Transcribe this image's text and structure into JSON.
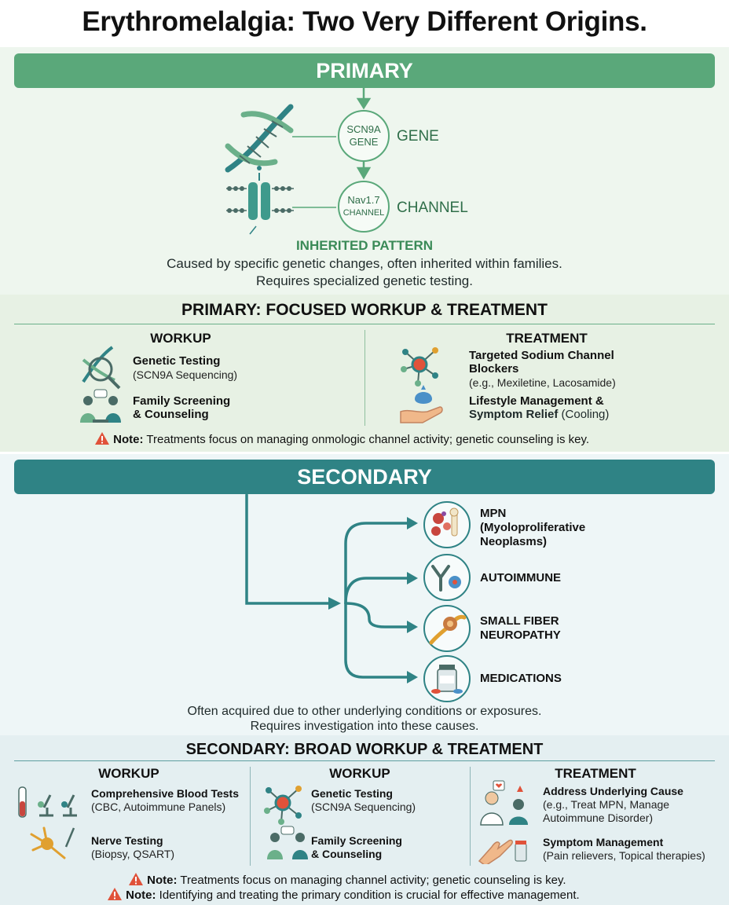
{
  "title": "Erythromelalgia: Two Very Different Origins.",
  "primary": {
    "banner": "PRIMARY",
    "gene_circle": {
      "line1": "SCN9A",
      "line2": "GENE"
    },
    "gene_label": "GENE",
    "channel_circle": {
      "line1": "Nav1.7",
      "line2": "CHANNEL"
    },
    "channel_label": "CHANNEL",
    "pattern": "INHERITED PATTERN",
    "desc_line1": "Caused by specific genetic changes, often inherited within families.",
    "desc_line2": "Requires specialized genetic testing."
  },
  "primary_workup": {
    "heading": "PRIMARY: FOCUSED WORKUP & TREATMENT",
    "workup_heading": "WORKUP",
    "treatment_heading": "TREATMENT",
    "workup_items": [
      {
        "title": "Genetic Testing",
        "sub": "(SCN9A Sequencing)"
      },
      {
        "title_l1": "Family Screening",
        "title_l2": "& Counseling"
      }
    ],
    "treatment_items": [
      {
        "title_l1": "Targeted Sodium Channel",
        "title_l2": "Blockers",
        "sub": "(e.g., Mexiletine, Lacosamide)"
      },
      {
        "title_l1": "Lifestyle Management &",
        "title_l2": "Symptom Relief",
        "sub": "(Cooling)"
      }
    ],
    "note_label": "Note:",
    "note_text": "Treatments focus on managing onmologic channel activity; genetic counseling is key."
  },
  "secondary": {
    "banner": "SECONDARY",
    "causes": [
      {
        "l1": "MPN",
        "l2": "(Myoloproliferative",
        "l3": "Neoplasms)"
      },
      {
        "l1": "AUTOIMMUNE"
      },
      {
        "l1": "SMALL FIBER",
        "l2": "NEUROPATHY"
      },
      {
        "l1": "MEDICATIONS"
      }
    ],
    "desc_line1": "Often acquired due to other underlying conditions or exposures.",
    "desc_line2": "Requires investigation into these causes."
  },
  "secondary_workup": {
    "heading": "SECONDARY: BROAD WORKUP & TREATMENT",
    "col1_heading": "WORKUP",
    "col2_heading": "WORKUP",
    "col3_heading": "TREATMENT",
    "col1_items": [
      {
        "title": "Comprehensive Blood Tests",
        "sub": "(CBC, Autoimmune Panels)"
      },
      {
        "title": "Nerve Testing",
        "sub": "(Biopsy, QSART)"
      }
    ],
    "col2_items": [
      {
        "title": "Genetic Testing",
        "sub": "(SCN9A Sequencing)"
      },
      {
        "title_l1": "Family Screening",
        "title_l2": "& Counseling"
      }
    ],
    "col3_items": [
      {
        "title": "Address Underlying Cause",
        "sub_l1": "(e.g., Treat MPN, Manage",
        "sub_l2": "Autoimmune Disorder)"
      },
      {
        "title": "Symptom Management",
        "sub": "(Pain relievers, Topical therapies)"
      }
    ],
    "note1_label": "Note:",
    "note1_text": "Treatments focus on managing channel activity; genetic counseling is key.",
    "note2_label": "Note:",
    "note2_text": "Identifying and treating the primary condition is crucial for effective management."
  },
  "colors": {
    "primary": "#5aa87a",
    "secondary": "#2f8385",
    "warning": "#e0523a"
  }
}
